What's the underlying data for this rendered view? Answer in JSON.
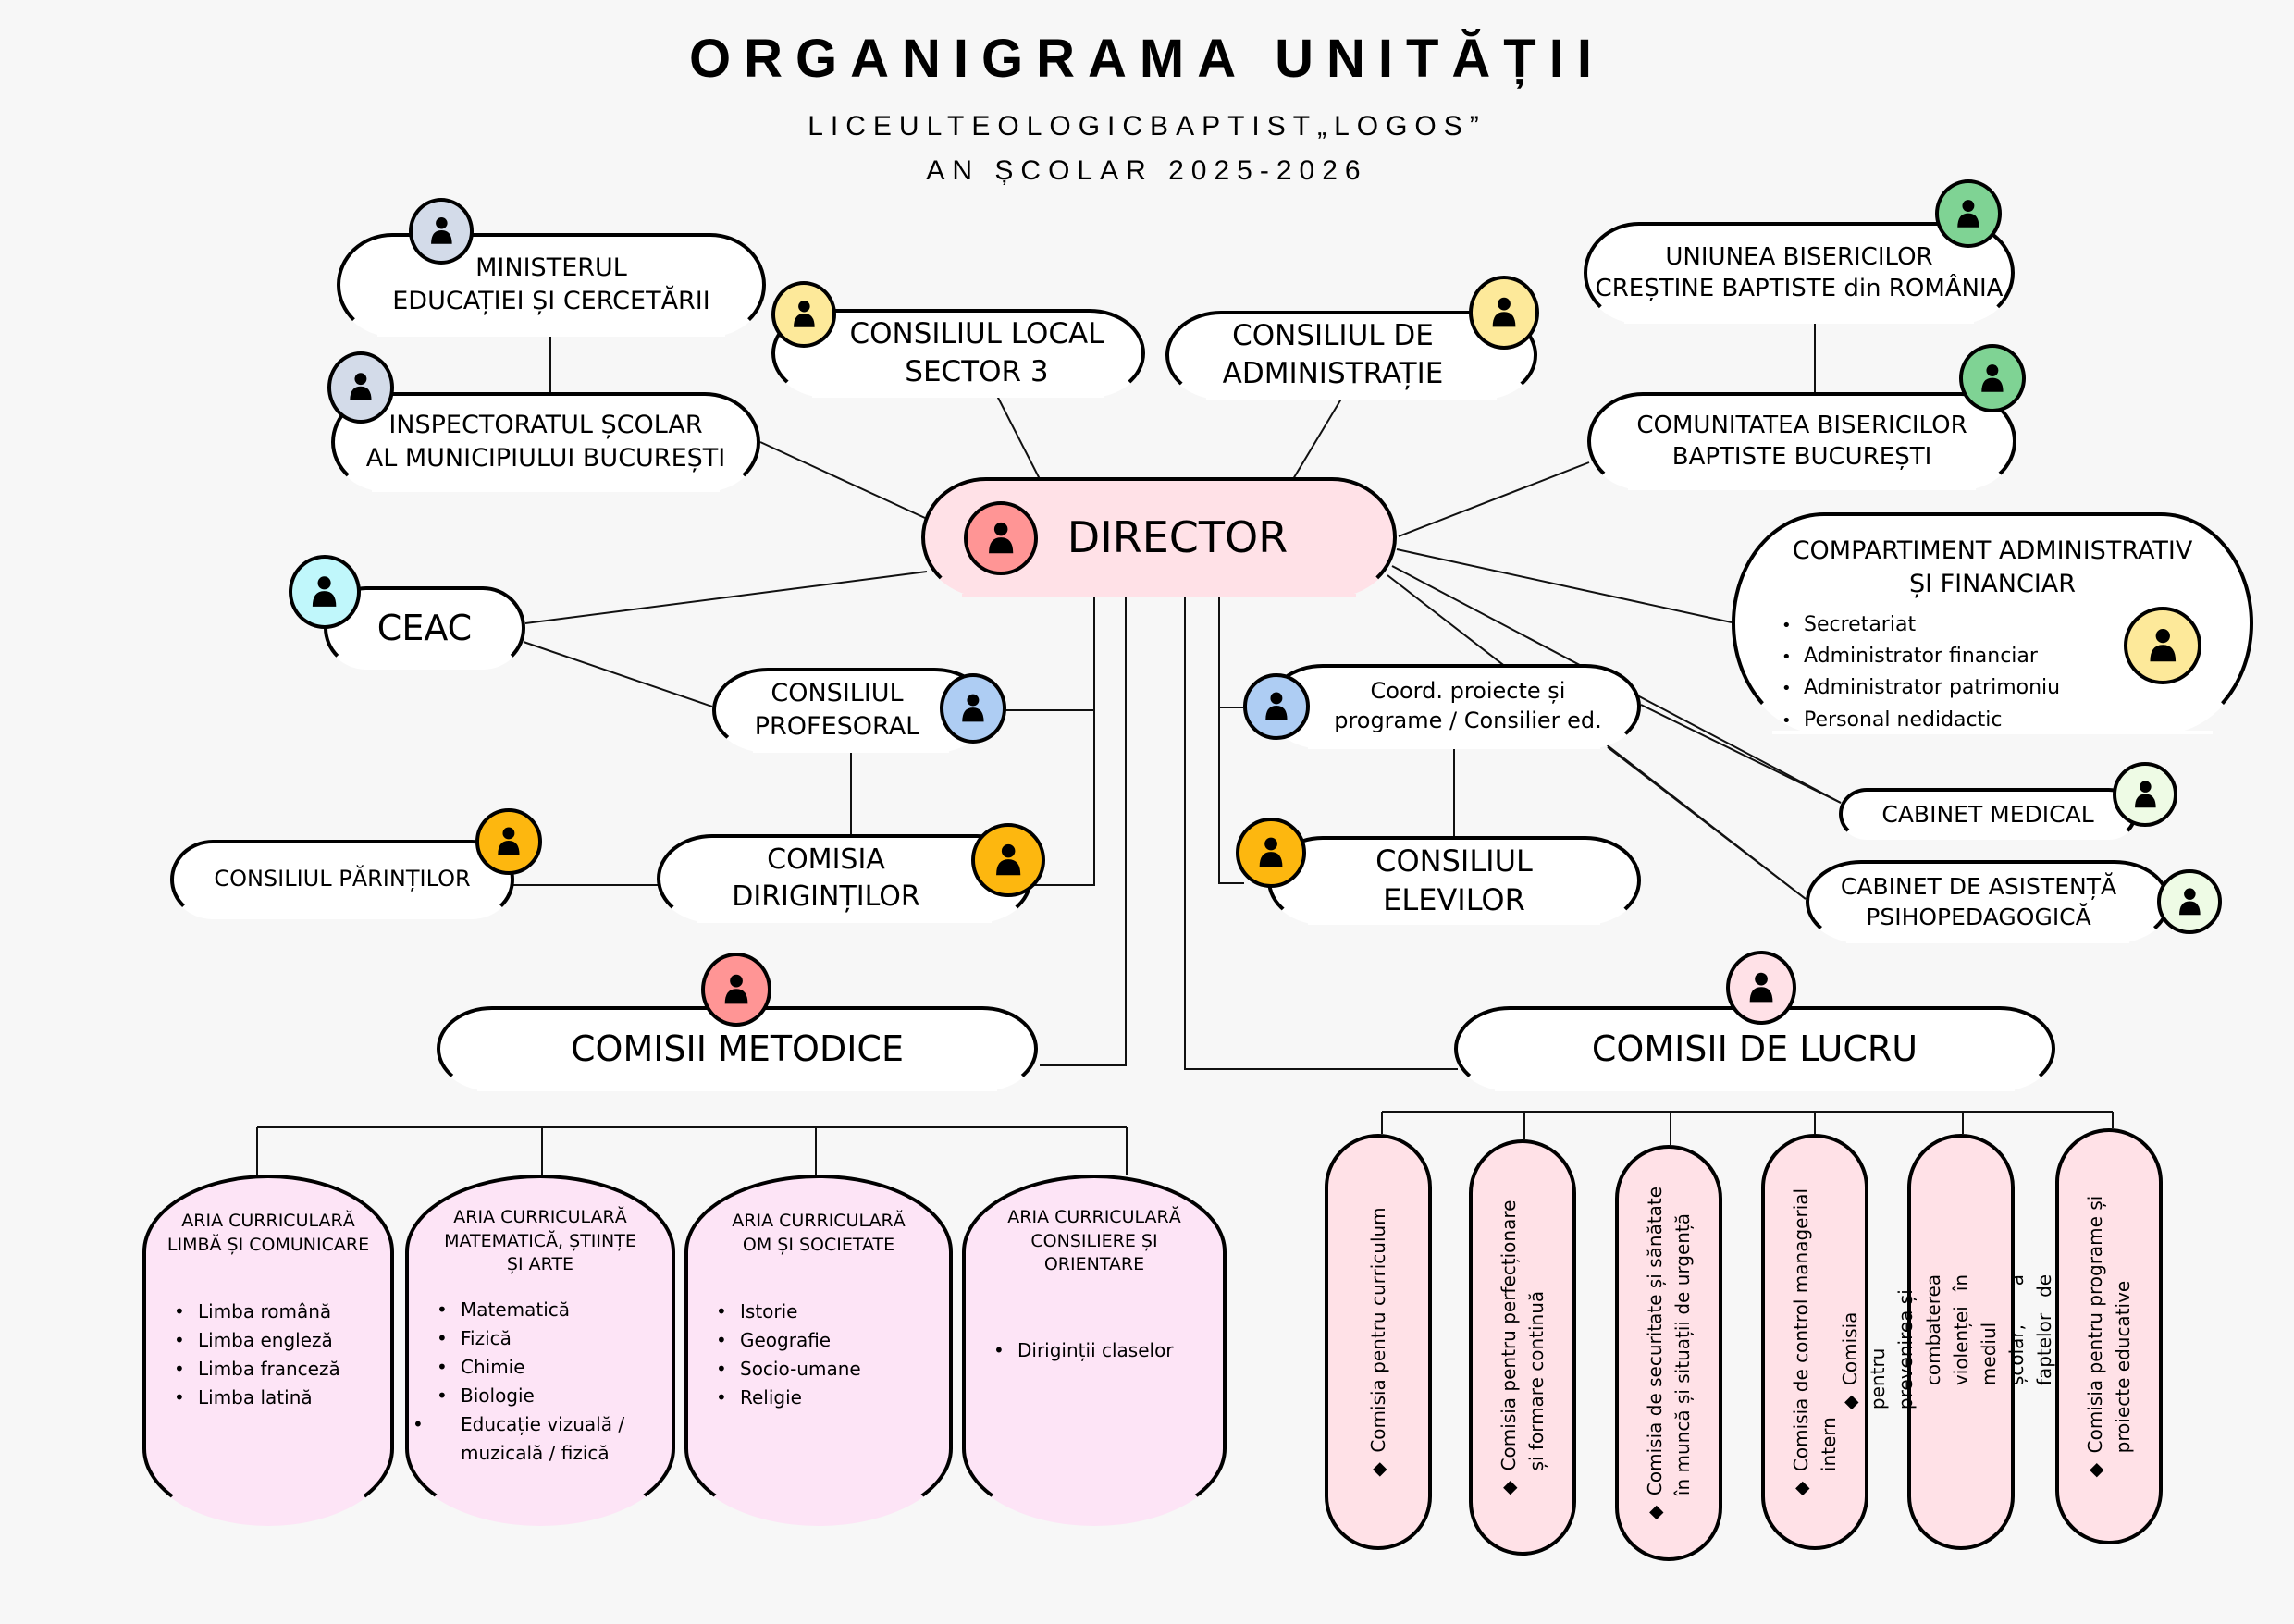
{
  "header": {
    "title": "ORGANIGRAMA UNITĂȚII",
    "school": "LICEULTEOLOGICBAPTIST„LOGOS”",
    "year": "AN ȘCOLAR 2025-2026"
  },
  "colors": {
    "background": "#f7f7f7",
    "director_fill": "#ffe1e7",
    "curricular_fill": "#fde4f6",
    "commission_fill": "#ffe1e7",
    "avatar_ministry": "#d3dbe9",
    "avatar_local": "#fde99a",
    "avatar_church": "#7fd394",
    "avatar_director": "#ff9595",
    "avatar_ceac": "#c0f7fb",
    "avatar_blue": "#aecdf3",
    "avatar_orange": "#fdb70f",
    "avatar_cabinet": "#eefbe5",
    "avatar_lucru": "#ffe1e7"
  },
  "nodes": {
    "ministry": "MINISTERUL\nEDUCAȚIEI ȘI CERCETĂRII",
    "inspectorate": "INSPECTORATUL ȘCOLAR\nAL MUNICIPIULUI BUCUREȘTI",
    "local_council": "CONSILIUL LOCAL\nSECTOR 3",
    "admin_council": "CONSILIUL DE\nADMINISTRAȚIE",
    "union": "UNIUNEA BISERICILOR\nCREȘTINE BAPTISTE din ROMÂNIA",
    "community": "COMUNITATEA BISERICILOR\nBAPTISTE BUCUREȘTI",
    "director": "DIRECTOR",
    "ceac": "CEAC",
    "teachers_council": "CONSILIUL\nPROFESORAL",
    "parents_council": "CONSILIUL PĂRINȚILOR",
    "form_teachers": "COMISIA\nDIRIGINȚILOR",
    "coord": "Coord. proiecte și\nprograme / Consilier ed.",
    "students_council": "CONSILIUL\nELEVILOR",
    "cabinet_medical": "CABINET MEDICAL",
    "cabinet_psy": "CABINET DE ASISTENȚĂ\nPSIHOPEDAGOGICĂ",
    "methodical": "COMISII METODICE",
    "working": "COMISII DE LUCRU"
  },
  "compartment": {
    "title": "COMPARTIMENT ADMINISTRATIV\nȘI FINANCIAR",
    "items": [
      "Secretariat",
      "Administrator financiar",
      "Administrator patrimoniu",
      "Personal nedidactic"
    ]
  },
  "curricular_areas": [
    {
      "title": "ARIA CURRICULARĂ\nLIMBĂ ȘI COMUNICARE",
      "items": [
        "Limba română",
        "Limba engleză",
        "Limba franceză",
        "Limba latină"
      ]
    },
    {
      "title": "ARIA CURRICULARĂ\nMATEMATICĂ, ȘTIINȚE\nȘI ARTE",
      "items": [
        "Matematică",
        "Fizică",
        "Chimie",
        "Biologie",
        "Educație vizuală / muzicală / fizică"
      ]
    },
    {
      "title": "ARIA CURRICULARĂ\nOM ȘI SOCIETATE",
      "items": [
        "Istorie",
        "Geografie",
        "Socio-umane",
        "Religie"
      ]
    },
    {
      "title": "ARIA CURRICULARĂ\nCONSILIERE ȘI\nORIENTARE",
      "items": [
        "Diriginții claselor"
      ]
    }
  ],
  "working_commissions": [
    {
      "line1": "Comisia pentru curriculum",
      "line2": ""
    },
    {
      "line1": "Comisia  pentru  perfecționare",
      "line2": "și formare continuă"
    },
    {
      "line1": "Comisia  de  securitate  și  sănătate",
      "line2": "în muncă și situații de urgență"
    },
    {
      "line1": "Comisia  de  control  managerial",
      "line2": "intern"
    },
    {
      "line1": "Comisia   pentru   prevenirea   și",
      "line2": "combaterea  violenței  în  mediul\nșcolar, a faptelor de corupție"
    },
    {
      "line1": "Comisia     pentru     programe     și",
      "line2": "proiecte educative"
    }
  ]
}
